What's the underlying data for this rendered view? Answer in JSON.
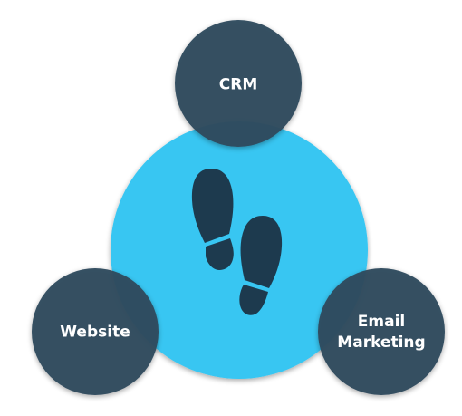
{
  "diagram": {
    "center_icon": "footprints-icon",
    "nodes": [
      {
        "id": "crm",
        "label": "CRM"
      },
      {
        "id": "website",
        "label": "Website"
      },
      {
        "id": "email",
        "label_lines": [
          "Email",
          "Marketing"
        ]
      }
    ],
    "colors": {
      "center_fill": "#38C6F2",
      "satellite_fill": "#2F4A5E",
      "icon_fill": "#1D3A4E",
      "label_text": "#FFFFFF"
    }
  }
}
